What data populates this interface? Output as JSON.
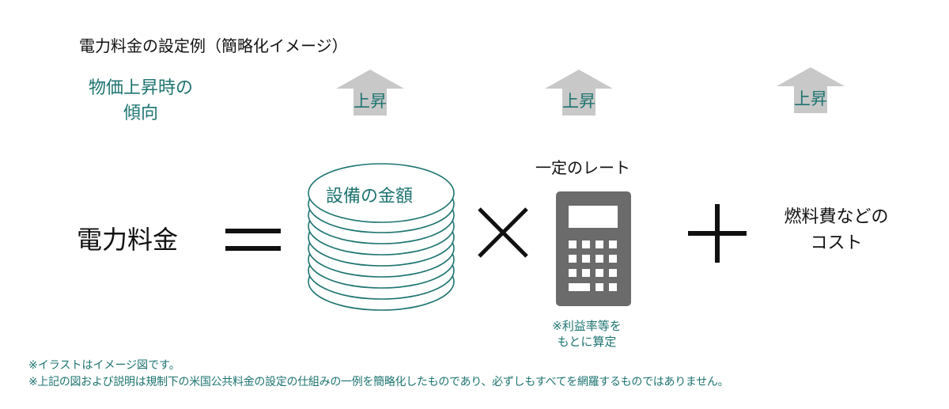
{
  "title": "電力料金の設定例（簡略化イメージ）",
  "trend_label": [
    "物価上昇時の",
    "傾向"
  ],
  "rise_label": "上昇",
  "equation": {
    "left": "電力料金",
    "equipment": "設備の金額",
    "rate_label": "一定のレート",
    "rate_note": [
      "※利益率等を",
      "もとに算定"
    ],
    "fuel": [
      "燃料費などの",
      "コスト"
    ]
  },
  "footnotes": [
    "※イラストはイメージ図です。",
    "※上記の図および説明は規制下の米国公共料金の設定の仕組みの一例を簡略化したものであり、必ずしもすべてを網羅するものではありません。"
  ],
  "colors": {
    "teal": "#1d7470",
    "arrow": "#c8c8c8",
    "calculator": "#6b6b6b"
  }
}
